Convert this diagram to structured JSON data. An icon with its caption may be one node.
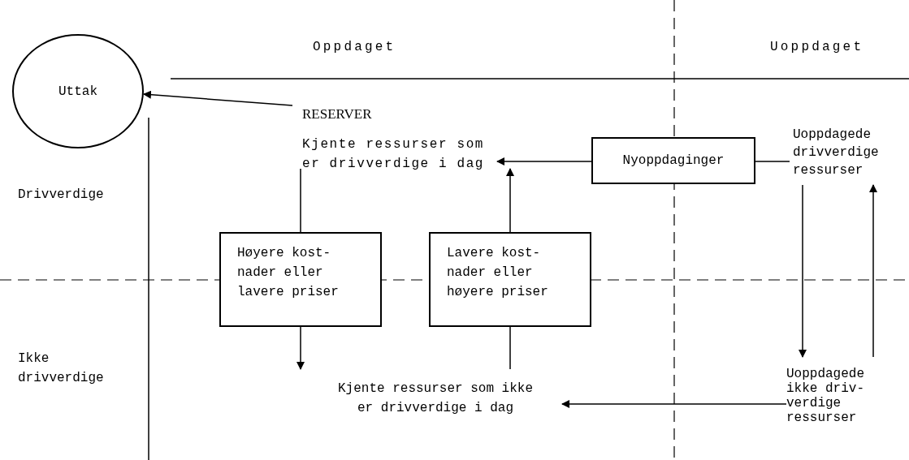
{
  "diagram": {
    "nodes": [
      {
        "text": [
          "Uttak"
        ]
      },
      {
        "text": [
          "RESERVER",
          "Kjente ressurser som er drivverdige i dag"
        ]
      },
      {
        "text": [
          "Nyoppdaginger"
        ]
      },
      {
        "text": [
          "Uoppdagede drivverdige ressurser"
        ]
      },
      {
        "text": [
          "Høyere kost- nader eller lavere priser"
        ]
      },
      {
        "text": [
          "Lavere kost- nader eller høyere priser"
        ]
      },
      {
        "text": [
          "Kjente ressurser som ikke er drivverdige i dag"
        ]
      },
      {
        "text": [
          "Uoppdagede ikke driv- verdige ressurser"
        ]
      }
    ],
    "edges": [
      {
        "from": 1,
        "to": 0,
        "arrow": "to"
      },
      {
        "from": 2,
        "to": 1,
        "arrow": "to"
      },
      {
        "from": 3,
        "to": 2,
        "arrow": "none"
      },
      {
        "from": 1,
        "to": 4,
        "arrow": "none"
      },
      {
        "from": 4,
        "to": 6,
        "arrow": "to"
      },
      {
        "from": 6,
        "to": 5,
        "arrow": "none"
      },
      {
        "from": 5,
        "to": 1,
        "arrow": "to"
      },
      {
        "from": 3,
        "to": 7,
        "arrow": "to"
      },
      {
        "from": 7,
        "to": 3,
        "arrow": "to"
      },
      {
        "from": 7,
        "to": 6,
        "arrow": "to"
      }
    ],
    "labels": [
      "Oppdaget",
      "Uoppdaget",
      "Drivverdige",
      "Ikke drivverdige"
    ]
  }
}
